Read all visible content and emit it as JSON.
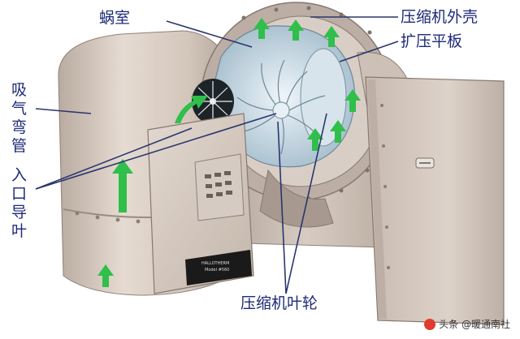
{
  "labels": {
    "volute": "蜗室",
    "compressor_housing": "压缩机外壳",
    "diffuser_plate": "扩压平板",
    "suction_elbow": "吸气弯管",
    "inlet_guide_vanes": "入口导叶",
    "impeller": "压缩机叶轮"
  },
  "panel": {
    "nameplate_line1": "HALLOTHERM",
    "nameplate_line2": "Model #560"
  },
  "watermark": {
    "text": "头条 @暖通南社"
  },
  "colors": {
    "label_text": "#1e2a78",
    "leader_line": "#2a356e",
    "flow_arrow": "#2fbf4a",
    "body_metal": "#cfc2b6",
    "impeller_blue": "#c9dbe6"
  }
}
